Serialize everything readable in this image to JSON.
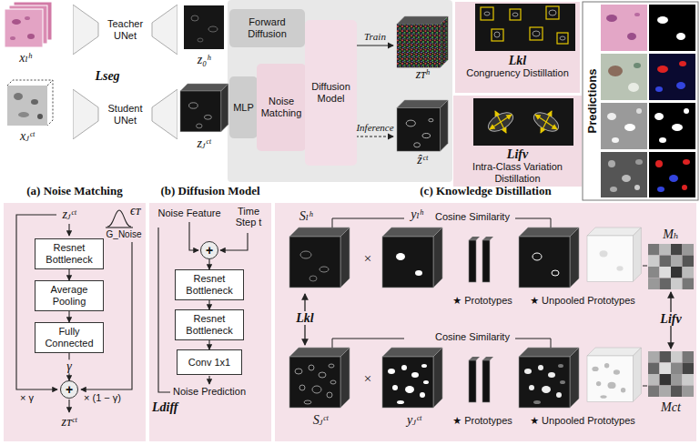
{
  "diagram": {
    "nodes": [
      {
        "text": [
          "Teacher UNet"
        ]
      },
      {
        "text": [
          "Student UNet"
        ]
      },
      {
        "text": [
          "Forward Diffusion"
        ]
      },
      {
        "text": [
          "MLP"
        ]
      },
      {
        "text": [
          "Noise Matching"
        ]
      },
      {
        "text": [
          "Diffusion Model"
        ]
      },
      {
        "text": [
          "Lkl",
          "Congruency Distillation"
        ]
      },
      {
        "text": [
          "Lifv",
          "Intra-Class Variation Distillation"
        ]
      },
      {
        "text": [
          "(a) Noise Matching"
        ]
      },
      {
        "text": [
          "Resnet Bottleneck"
        ],
        "in": 8
      },
      {
        "text": [
          "Average Pooling"
        ],
        "in": 8
      },
      {
        "text": [
          "Fully Connected"
        ],
        "in": 8
      },
      {
        "text": [
          "+"
        ],
        "in": 8
      },
      {
        "text": [
          "(b) Diffusion Model"
        ]
      },
      {
        "text": [
          "+"
        ],
        "in": 13
      },
      {
        "text": [
          "Resnet Bottleneck"
        ],
        "in": 13
      },
      {
        "text": [
          "Resnet Bottleneck"
        ],
        "in": 13
      },
      {
        "text": [
          "Conv 1x1"
        ],
        "in": 13
      },
      {
        "text": [
          "(c) Knowledge Distillation"
        ]
      }
    ],
    "edges": [
      {
        "from": 9,
        "to": 10,
        "arrow": "to"
      },
      {
        "from": 10,
        "to": 11,
        "arrow": "to"
      },
      {
        "from": 11,
        "to": 12,
        "label": "γ",
        "arrow": "to"
      },
      {
        "from": 14,
        "to": 15,
        "arrow": "to"
      },
      {
        "from": 15,
        "to": 16,
        "arrow": "to"
      },
      {
        "from": 16,
        "to": 17,
        "arrow": "to"
      }
    ],
    "labels": [
      "xₗʰ",
      "z₀ʰ",
      "xⱼᶜᵗ",
      "Lseg",
      "zⱼᶜᵗ",
      "Train",
      "Inference",
      "zᴛʰ",
      "ẑᶜᵗ",
      "Predictions",
      "zⱼᶜᵗ",
      "ϵᴛ",
      "G_Noise",
      "× γ",
      "× (1 − γ)",
      "zᴛᶜᵗ",
      "Noise Feature",
      "Time Step t",
      "Noise Prediction",
      "Ldiff",
      "Sₗʰ",
      "yₗʰ",
      "Cosine Similarity",
      "×",
      "★ Prototypes",
      "★ Unpooled Prototypes",
      "Mₕ",
      "Lkl",
      "Lifv",
      "Sⱼᶜᵗ",
      "×",
      "yⱼᶜᵗ",
      "Cosine Similarity",
      "★ Prototypes",
      "★ Unpooled Prototypes",
      "Mct"
    ]
  }
}
